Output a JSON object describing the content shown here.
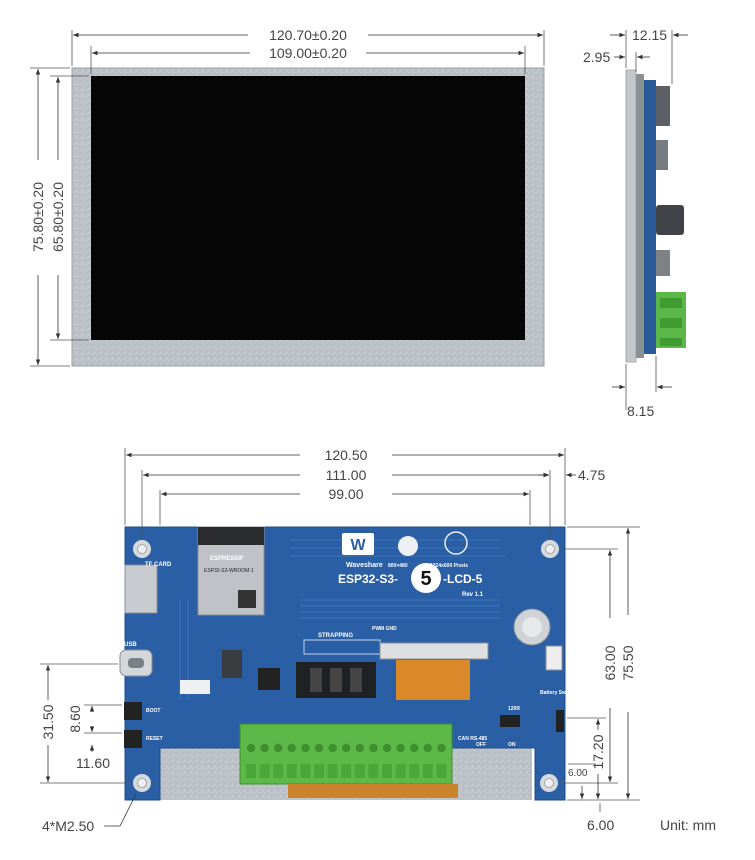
{
  "front": {
    "width_outer": "120.70±0.20",
    "width_active": "109.00±0.20",
    "height_outer": "75.80±0.20",
    "height_active": "65.80±0.20"
  },
  "side": {
    "total_thickness": "12.15",
    "panel_thickness": "2.95",
    "board_offset": "8.15"
  },
  "back": {
    "width_total": "120.50",
    "hole_pitch_x": "111.00",
    "width_inner": "99.00",
    "edge_offset": "4.75",
    "height_total": "75.50",
    "hole_pitch_y": "63.00",
    "usb_group": "31.50",
    "button_pitch": "8.60",
    "button_offset": "11.60",
    "edge_17": "17.20",
    "corner_6_a": "6.00",
    "corner_6_b": "6.00",
    "mount_holes": "4*M2.50",
    "unit": "Unit: mm"
  },
  "board": {
    "brand": "Waveshare",
    "model_left": "ESP32-S3-",
    "model_right": "-LCD-5",
    "badge_number": "5",
    "resolution_a": "800×480",
    "resolution_b": "1024x600 Pixels",
    "revision": "Rev 1.1",
    "module_vendor": "ESPRESSIF",
    "module_name": "ESP32-S3-WROOM-1",
    "tf_card": "TF CARD",
    "usb": "USB",
    "strapping": "STRAPPING",
    "pwm_gnd": "PWM GND",
    "battery_switch": "Battery Switch",
    "can_rs485": "CAN RS-485",
    "res_120r": "120R",
    "off": "OFF",
    "on": "ON",
    "boot": "BOOT",
    "reset": "RESET",
    "logo_text": "W"
  }
}
